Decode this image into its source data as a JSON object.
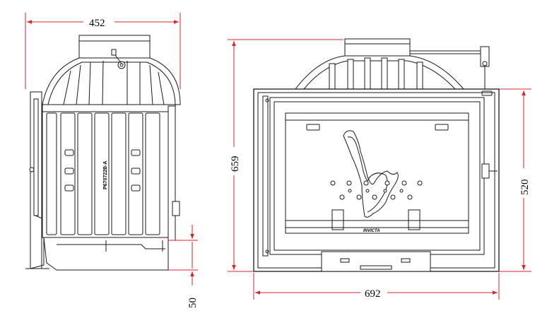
{
  "dimensions": {
    "side_width": "452",
    "height_total": "659",
    "front_width": "692",
    "front_height": "520",
    "bottom_offset": "50"
  },
  "labels": {
    "model": "P670722B-A",
    "brand": "INVICTA"
  },
  "colors": {
    "dimension_line": "#d9262c",
    "outline": "#1a1a1a"
  }
}
